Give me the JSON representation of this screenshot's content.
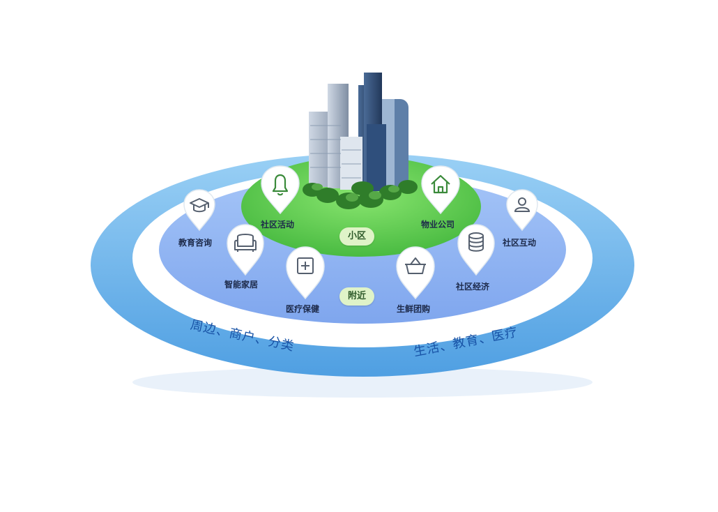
{
  "zones": {
    "inner": "小区",
    "middle": "附近"
  },
  "rings": {
    "left": "周边、商户、分类",
    "right": "生活、教育、医疗"
  },
  "services": [
    {
      "label": "社区活动",
      "icon": "bell-icon"
    },
    {
      "label": "物业公司",
      "icon": "house-icon"
    },
    {
      "label": "教育咨询",
      "icon": "graduation-cap-icon"
    },
    {
      "label": "社区互动",
      "icon": "user-icon"
    },
    {
      "label": "智能家居",
      "icon": "armchair-icon"
    },
    {
      "label": "医疗保健",
      "icon": "medical-plus-icon"
    },
    {
      "label": "生鲜团购",
      "icon": "shopping-basket-icon"
    },
    {
      "label": "社区经济",
      "icon": "database-icon"
    }
  ],
  "colors": {
    "outer_ring": "#74b8ec",
    "middle_ring": "#8fb4f4",
    "inner_disc": "#5fcf4f",
    "label_green": "#dff3c8"
  }
}
